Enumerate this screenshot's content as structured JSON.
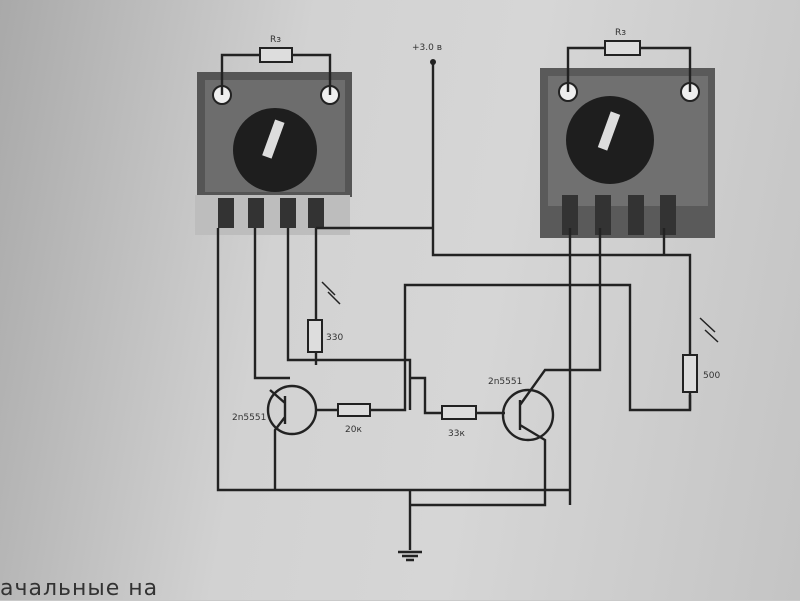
{
  "diagram": {
    "supply_label": "+3.0 в",
    "left_module_resistor": "Rз",
    "right_module_resistor": "Rз",
    "transistor_left": "2n5551",
    "transistor_right": "2n5551",
    "resistor_base_left": "20к",
    "resistor_base_right": "33к",
    "resistor_led_left": "330",
    "resistor_led_right": "500"
  },
  "footer_text": "ачальные на"
}
